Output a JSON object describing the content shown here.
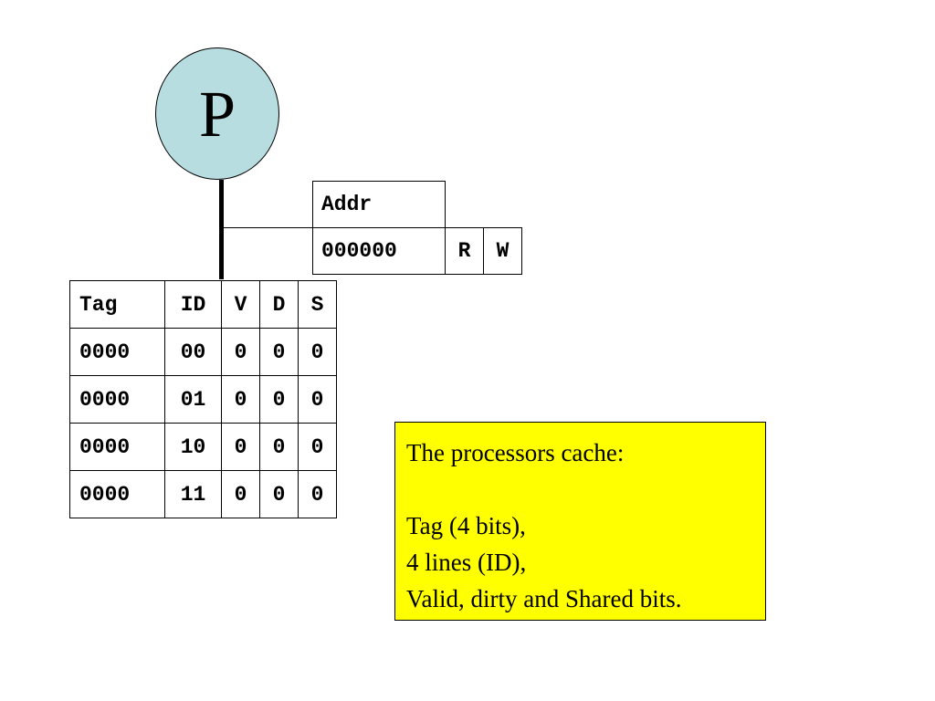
{
  "processor": {
    "label": "P",
    "fill_color": "#b7dde1"
  },
  "address_register": {
    "header": "Addr",
    "value": "000000",
    "read_flag": "R",
    "write_flag": "W"
  },
  "cache": {
    "columns": [
      "Tag",
      "ID",
      "V",
      "D",
      "S"
    ],
    "rows": [
      [
        "0000",
        "00",
        "0",
        "0",
        "0"
      ],
      [
        "0000",
        "01",
        "0",
        "0",
        "0"
      ],
      [
        "0000",
        "10",
        "0",
        "0",
        "0"
      ],
      [
        "0000",
        "11",
        "0",
        "0",
        "0"
      ]
    ]
  },
  "note": {
    "background_color": "#ffff00",
    "lines": [
      "The processors cache:",
      "",
      "Tag (4 bits),",
      "4 lines (ID),",
      "Valid, dirty and Shared bits."
    ]
  }
}
